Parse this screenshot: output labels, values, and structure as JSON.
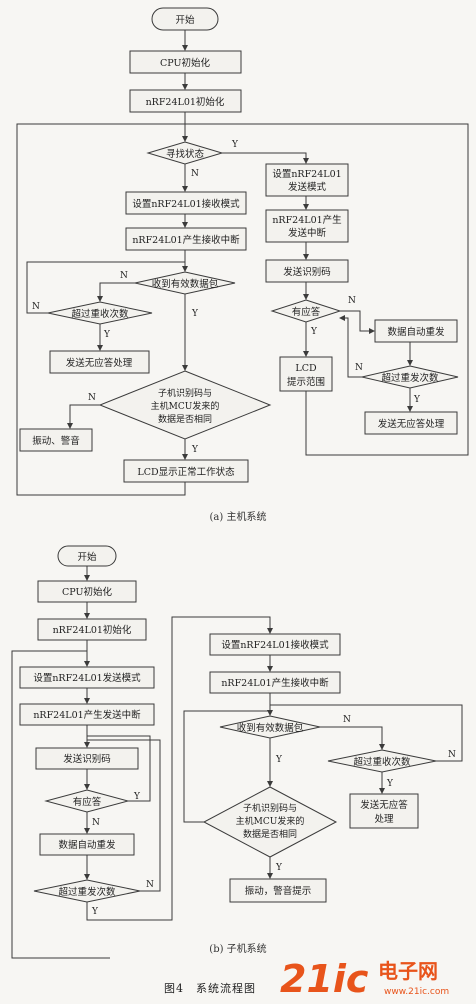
{
  "main": {
    "start": "开始",
    "cpu_init": "CPU初始化",
    "nrf_init": "nRF24L01初始化",
    "search_state": "寻找状态",
    "set_rx_mode": "设置nRF24L01接收模式",
    "rx_interrupt": "nRF24L01产生接收中断",
    "valid_packet": "收到有效数据包",
    "exceed_rx": "超过重收次数",
    "send_no_response": "发送无应答处理",
    "compare_line1": "子机识别码与",
    "compare_line2": "主机MCU发来的",
    "compare_line3": "数据是否相同",
    "vibrate_alarm": "振动、警音",
    "lcd_normal": "LCD显示正常工作状态",
    "set_tx_line1": "设置nRF24L01",
    "set_tx_line2": "发送模式",
    "tx_int_line1": "nRF24L01产生",
    "tx_int_line2": "发送中断",
    "send_id": "发送识别码",
    "has_response": "有应答",
    "lcd_line1": "LCD",
    "lcd_line2": "提示范围",
    "auto_resend": "数据自动重发",
    "exceed_resend": "超过重发次数",
    "send_no_response_2": "发送无应答处理",
    "caption": "(a)  主机系统"
  },
  "sub": {
    "start": "开始",
    "cpu_init": "CPU初始化",
    "nrf_init": "nRF24L01初始化",
    "set_tx_mode": "设置nRF24L01发送模式",
    "tx_interrupt": "nRF24L01产生发送中断",
    "send_id": "发送识别码",
    "has_response": "有应答",
    "auto_resend": "数据自动重发",
    "exceed_resend": "超过重发次数",
    "set_rx_mode": "设置nRF24L01接收模式",
    "rx_interrupt": "nRF24L01产生接收中断",
    "valid_packet": "收到有效数据包",
    "exceed_rx": "超过重收次数",
    "no_resp_line1": "发送无应答",
    "no_resp_line2": "处理",
    "compare_line1": "子机识别码与",
    "compare_line2": "主机MCU发来的",
    "compare_line3": "数据是否相同",
    "vibrate": "振动，警音提示",
    "caption": "(b)  子机系统"
  },
  "labels": {
    "yes": "Y",
    "no": "N"
  },
  "figure_caption": "图4　系统流程图",
  "watermark": {
    "num": "21ic",
    "cn": "电子网",
    "url": "www.21ic.com"
  }
}
